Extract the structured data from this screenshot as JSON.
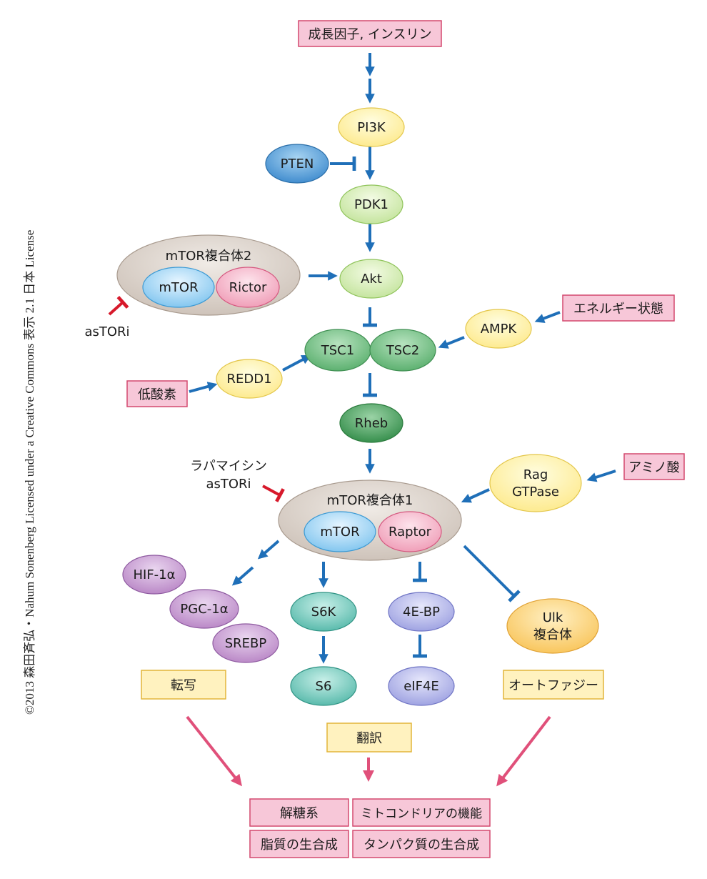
{
  "copyright": "©2013 森田斉弘・Nahum Sonenberg Licensed under a Creative Commons 表示 2.1 日本 License",
  "colors": {
    "activation_arrow": "#1f6fb8",
    "inhibition_red": "#d7192b",
    "outcome_arrow": "#e0507a",
    "input_box_fill": "#f7c7d8",
    "input_box_stroke": "#d4486f",
    "category_box_fill": "#fff2bf",
    "category_box_stroke": "#e2b53a",
    "complex_fill": "#d6ccc4"
  },
  "inputs": {
    "growth_factor": "成長因子, インスリン",
    "energy": "エネルギー状態",
    "hypoxia": "低酸素",
    "amino_acid": "アミノ酸"
  },
  "nodes": {
    "pi3k": "PI3K",
    "pten": "PTEN",
    "pdk1": "PDK1",
    "akt": "Akt",
    "tsc1": "TSC1",
    "tsc2": "TSC2",
    "ampk": "AMPK",
    "redd1": "REDD1",
    "rheb": "Rheb",
    "rag_line1": "Rag",
    "rag_line2": "GTPase",
    "hif1a": "HIF-1α",
    "pgc1a": "PGC-1α",
    "srebp": "SREBP",
    "s6k": "S6K",
    "s6": "S6",
    "ebp": "4E-BP",
    "eif4e": "eIF4E",
    "ulk_line1": "Ulk",
    "ulk_line2": "複合体"
  },
  "complexes": {
    "mtorc2": {
      "title": "mTOR複合体2",
      "mtor": "mTOR",
      "partner": "Rictor"
    },
    "mtorc1": {
      "title": "mTOR複合体1",
      "mtor": "mTOR",
      "partner": "Raptor"
    }
  },
  "inhibitors": {
    "mtorc2_inhibitor": "asTORi",
    "mtorc1_inhibitor_line1": "ラパマイシン",
    "mtorc1_inhibitor_line2": "asTORi"
  },
  "categories": {
    "transcription": "転写",
    "translation": "翻訳",
    "autophagy": "オートファジー"
  },
  "outcomes": {
    "glycolysis": "解糖系",
    "mitochondria": "ミトコンドリアの機能",
    "lipid": "脂質の生合成",
    "protein": "タンパク質の生合成"
  }
}
